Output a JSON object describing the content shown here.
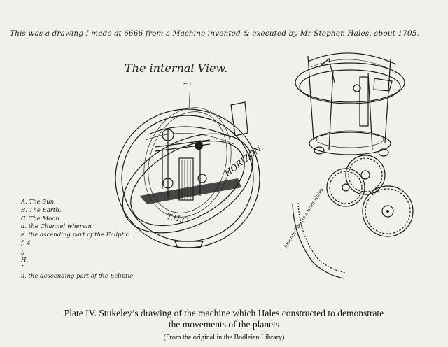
{
  "top_note": "This was a drawing I made at 6666 from a Machine invented & executed by Mr Stephen Hales, about 1705.",
  "view_title": "The internal View.",
  "ring_labels": {
    "horizon": "HORIZON.",
    "thc": "T.H.C"
  },
  "gear_note": "Invented by Rev. Sten Hales",
  "legend": [
    "A. The Sun.",
    "B. The Earth.",
    "C. The Moon.",
    "d. the Channel wherein",
    "e. the ascending part of the Ecliptic.",
    "f. 4",
    "g.",
    "H.",
    "I.",
    "k. the descending part of the Ecliptic."
  ],
  "caption": {
    "line1": "Plate IV.  Stukeley’s drawing of the machine which Hales constructed to demonstrate",
    "line2": "the movements of the planets",
    "source": "(From the original in the Bodleian Library)"
  }
}
